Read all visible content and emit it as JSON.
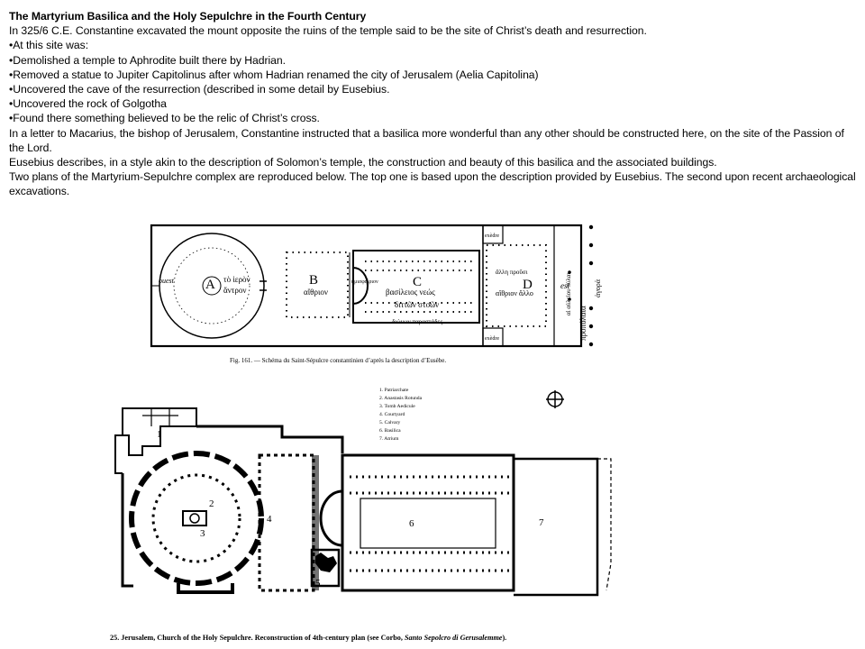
{
  "slide": {
    "title": "The Martyrium Basilica and the Holy Sepulchre in the Fourth Century",
    "paragraphs": [
      "In 325/6 C.E. Constantine excavated the mount opposite the ruins of the temple said to be the site of Christ’s death and resurrection.",
      "•At this site was:",
      "•Demolished a temple to Aphrodite built there by Hadrian.",
      "•Removed a statue to Jupiter Capitolinus after whom Hadrian renamed the city of Jerusalem (Aelia Capitolina)",
      "•Uncovered the cave of the resurrection (described in some detail by Eusebius.",
      "•Uncovered the rock of Golgotha",
      "•Found there something believed to be the relic of Christ’s cross.",
      "In a letter to Macarius, the bishop of Jerusalem, Constantine instructed that a basilica more wonderful than any other should be constructed here, on the site of the Passion of the Lord.",
      "Eusebius describes, in a style akin to the description of Solomon’s temple, the construction and beauty of this basilica and the associated buildings.",
      "Two plans of the Martyrium-Sepulchre complex are reproduced below. The top one is based upon the description provided by Eusebius. The second upon recent archaeological excavations."
    ]
  },
  "plan_top": {
    "caption": "Fig. 161. — Schéma du Saint-Sépulcre constantinien d’après la description d’Eusèbe.",
    "labels": {
      "a": "A",
      "b": "B",
      "c": "C",
      "d": "D",
      "ouest": "ouest",
      "est": "est",
      "exedre_top": "exèdre",
      "exedre_bottom": "exèdre",
      "greek_to_ieron": "τὸ ἱερὸν",
      "greek_antron": "ἄντρον",
      "greek_aithrion_b": "αἴθριον",
      "greek_hemisphairion": "ἡμισφαίριον",
      "greek_basileios": "βασίλειος νεώς",
      "greek_dittwn": "διττῶν στοῶν",
      "greek_parastader": "διώνων παραστάδες",
      "greek_alle": "ἄλλη προῦσι",
      "greek_aithrion_d": "αἴθριον ἄλλο",
      "greek_pylai": "αἱ αὐλείου πύλαι",
      "greek_propylaia": "προπύλαια",
      "greek_agora": "ἀγορά"
    }
  },
  "plan_bottom": {
    "legend": [
      "1. Patriarchate",
      "2. Anastasis Rotunda",
      "3. Tomb Aedicule",
      "4. Courtyard",
      "5. Calvary",
      "6. Basilica",
      "7. Atrium"
    ],
    "numbers": [
      "1",
      "2",
      "3",
      "4",
      "5",
      "6",
      "7"
    ],
    "caption_num": "25.",
    "caption_main": "Jerusalem, Church of the Holy Sepulchre. Reconstruction of 4th-century plan (see Corbo, ",
    "caption_italic": "Santo Sepolcro di Gerusalemme",
    "caption_end": ")."
  }
}
